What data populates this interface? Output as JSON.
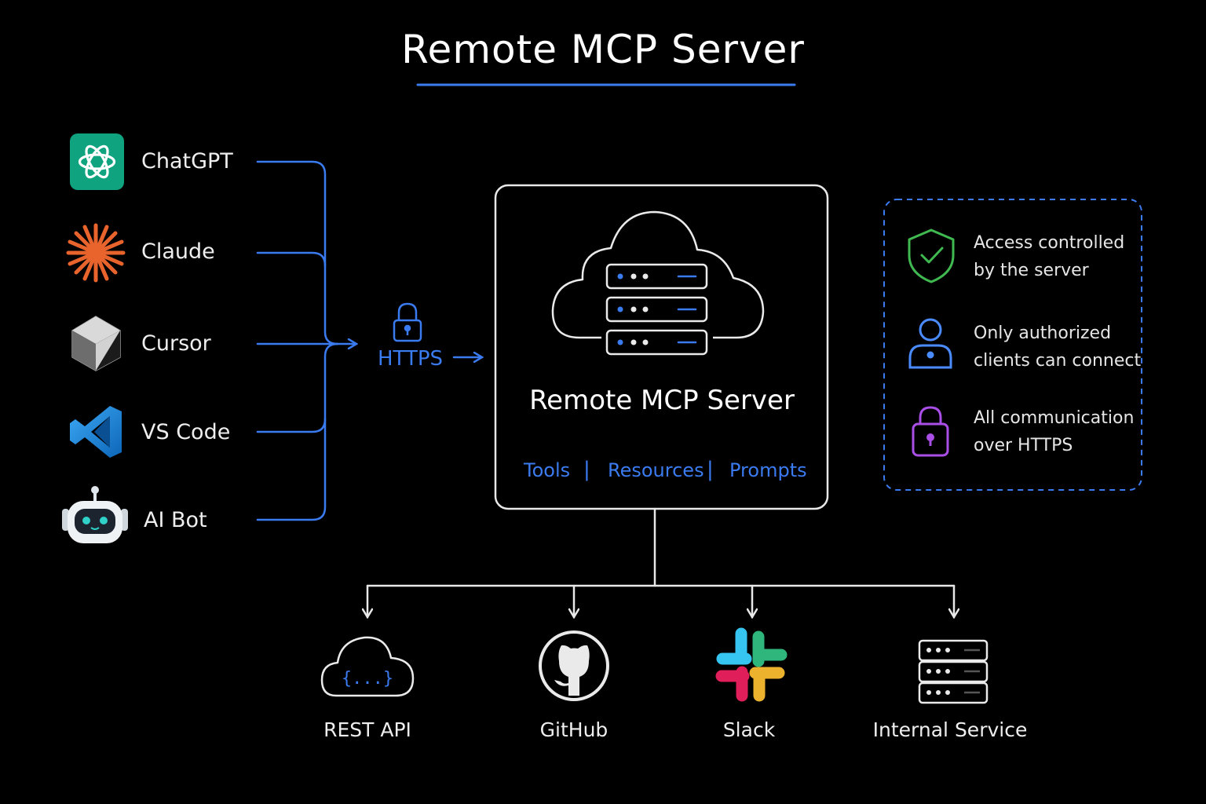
{
  "title": "Remote MCP Server",
  "clients": [
    {
      "label": "ChatGPT",
      "icon": "chatgpt-logo-icon"
    },
    {
      "label": "Claude",
      "icon": "claude-logo-icon"
    },
    {
      "label": "Cursor",
      "icon": "cursor-logo-icon"
    },
    {
      "label": "VS Code",
      "icon": "vscode-logo-icon"
    },
    {
      "label": "AI Bot",
      "icon": "robot-icon"
    }
  ],
  "transport": {
    "label": "HTTPS",
    "icon": "lock-icon"
  },
  "server": {
    "label": "Remote MCP Server",
    "icon": "cloud-server-icon",
    "capabilities": [
      "Tools",
      "Resources",
      "Prompts"
    ],
    "separator": "|"
  },
  "features": [
    {
      "line1": "Access controlled",
      "line2": "by the server",
      "icon": "shield-check-icon"
    },
    {
      "line1": "Only authorized",
      "line2": "clients can connect",
      "icon": "user-icon"
    },
    {
      "line1": "All communication",
      "line2": "over HTTPS",
      "icon": "lock-icon"
    }
  ],
  "targets": [
    {
      "label": "REST API",
      "icon": "cloud-api-icon"
    },
    {
      "label": "GitHub",
      "icon": "github-icon"
    },
    {
      "label": "Slack",
      "icon": "slack-icon"
    },
    {
      "label": "Internal Service",
      "icon": "server-rack-icon"
    }
  ],
  "colors": {
    "background": "#000000",
    "accent_blue": "#3b7bf0",
    "shield_green": "#3fb950",
    "user_blue": "#4a8cff",
    "lock_purple": "#a94ee6",
    "chatgpt_green": "#10a37f",
    "claude_orange": "#e8642c",
    "vscode_blue": "#1f8ad2"
  }
}
